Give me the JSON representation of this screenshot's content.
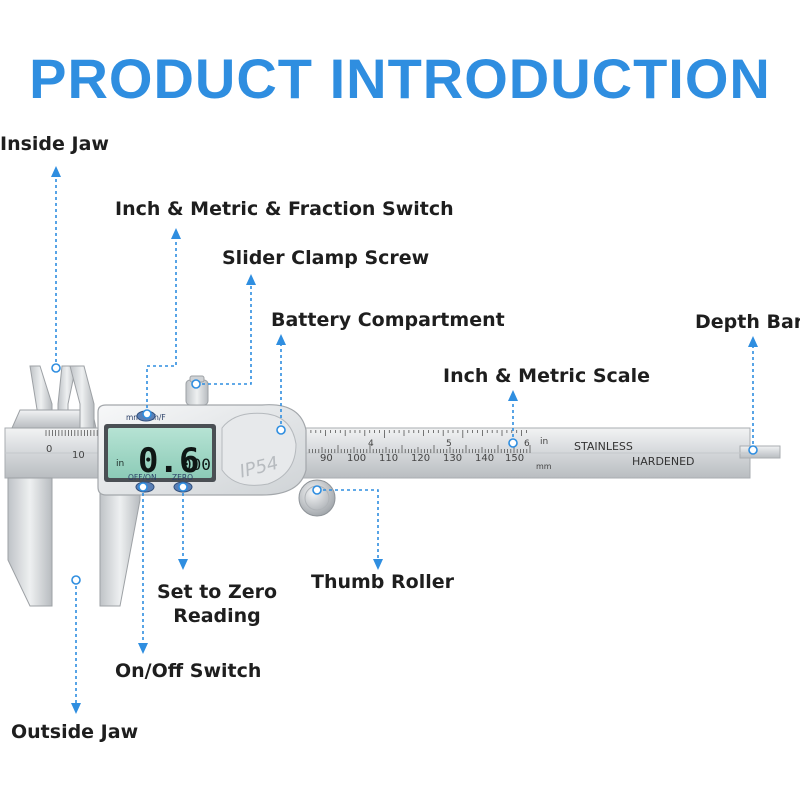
{
  "title": "PRODUCT INTRODUCTION",
  "labels": {
    "inside_jaw": "Inside Jaw",
    "switch_unit": "Inch & Metric & Fraction Switch",
    "clamp_screw": "Slider Clamp Screw",
    "battery": "Battery Compartment",
    "scale": "Inch & Metric Scale",
    "depth_bar": "Depth Bar",
    "thumb_roller": "Thumb Roller",
    "zero_line1": "Set to Zero",
    "zero_line2": "Reading",
    "on_off": "On/Off Switch",
    "outside_jaw": "Outside Jaw"
  },
  "device": {
    "reading": "0.6",
    "fraction": "000",
    "lcd_unit": "in",
    "unit_button": "mm/inch/F",
    "off_button": "OFF/ON",
    "zero_button": "ZERO",
    "ip_rating": "IP54",
    "engraving_line1": "STAINLESS",
    "engraving_line2": "HARDENED",
    "scale_in": "in",
    "scale_mm": "mm",
    "mm_numbers": [
      "0",
      "10",
      "90",
      "100",
      "110",
      "120",
      "130",
      "140",
      "150"
    ],
    "in_numbers": [
      "4",
      "5",
      "6"
    ]
  },
  "colors": {
    "accent": "#2f8ee0",
    "lcd": "#9fd6c6",
    "steel": "#d9dcdf"
  }
}
